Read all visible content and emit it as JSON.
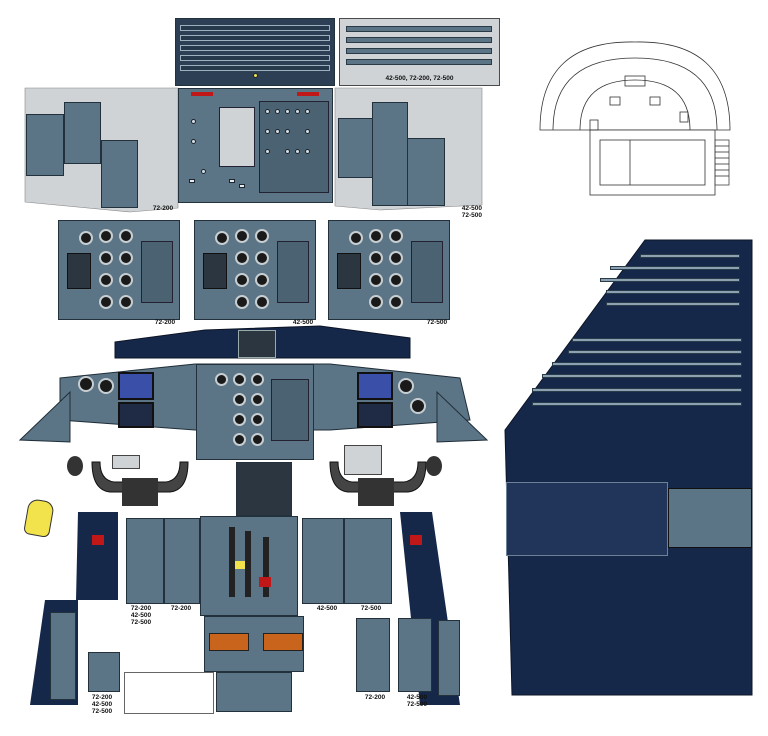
{
  "labels": {
    "overhead_variant": "42-500, 72-200, 72-500",
    "overhead_left": "72-200",
    "overhead_right_a": "42-500",
    "overhead_right_b": "72-500",
    "cb_a": "72-200",
    "cb_b": "42-500",
    "cb_c": "72-500",
    "pedestal_left": "72-200\n42-500\n72-500",
    "pedestal_left2": "72-200",
    "pedestal_right1": "42-500",
    "pedestal_right2": "72-500",
    "small_panel": "72-200\n42-500\n72-500",
    "side_right1": "72-200",
    "side_right2": "42-500\n72-500"
  },
  "colors": {
    "panel": "#5b7586",
    "navy": "#16284a",
    "grey": "#cfd3d6",
    "amber": "#c8641c",
    "red": "#c01818",
    "yellow": "#f2e24b"
  },
  "icons": [
    "yoke-icon",
    "oxygen-mask-icon",
    "lever-icon"
  ]
}
